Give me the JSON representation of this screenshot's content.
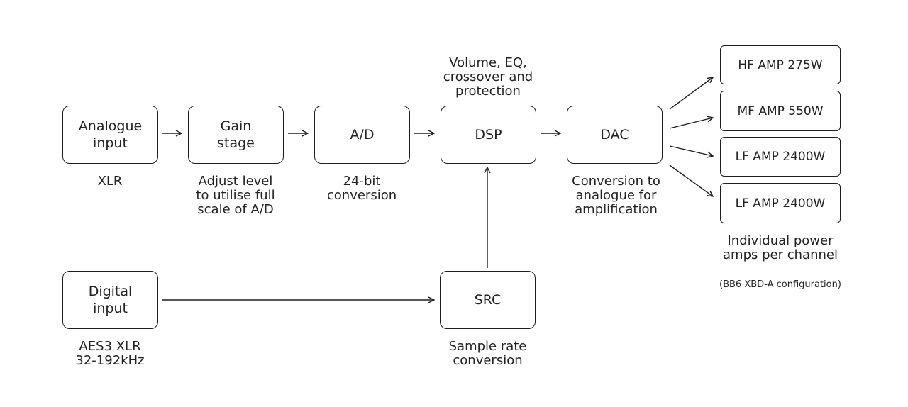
{
  "blocks": {
    "analogue": {
      "label": "Analogue\ninput",
      "caption": "XLR"
    },
    "gain": {
      "label": "Gain\nstage",
      "caption": "Adjust level\nto utilise full\nscale of A/D"
    },
    "ad": {
      "label": "A/D",
      "caption": "24-bit\nconversion"
    },
    "dsp": {
      "label": "DSP",
      "caption": "Volume, EQ,\ncrossover and\nprotection"
    },
    "dac": {
      "label": "DAC",
      "caption": "Conversion to\nanalogue for\namplification"
    },
    "digital": {
      "label": "Digital\ninput",
      "caption": "AES3 XLR\n32-192kHz"
    },
    "src": {
      "label": "SRC",
      "caption": "Sample rate\nconversion"
    }
  },
  "amps": {
    "items": [
      "HF AMP 275W",
      "MF AMP 550W",
      "LF AMP 2400W",
      "LF AMP 2400W"
    ],
    "caption": "Individual power\namps per channel",
    "note": "(BB6 XBD-A configuration)"
  }
}
